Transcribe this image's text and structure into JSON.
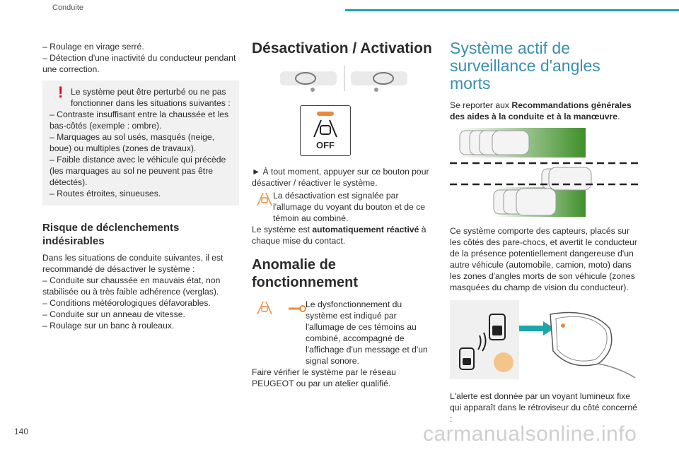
{
  "header": {
    "section": "Conduite"
  },
  "page_number": "140",
  "watermark": "carmanualsonline.info",
  "col1": {
    "intro_lines": [
      "– Roulage en virage serré.",
      "– Détection d'une inactivité du conducteur pendant une correction."
    ],
    "warning_lines": [
      "Le système peut être perturbé ou ne pas fonctionner dans les situations suivantes :",
      "– Contraste insuffisant entre la chaussée et les bas-côtés (exemple : ombre).",
      "– Marquages au sol usés, masqués (neige, boue) ou multiples (zones de travaux).",
      "– Faible distance avec le véhicule qui précède (les marquages au sol ne peuvent pas être détectés).",
      "– Routes étroites, sinueuses."
    ],
    "risk_heading": "Risque de déclenchements indésirables",
    "risk_lines": [
      "Dans les situations de conduite suivantes, il est recommandé de désactiver le système :",
      "– Conduite sur chaussée en mauvais état, non stabilisée ou à très faible adhérence (verglas).",
      "– Conditions météorologiques défavorables.",
      "– Conduite sur un anneau de vitesse.",
      "– Roulage sur un banc à rouleaux."
    ]
  },
  "col2": {
    "heading": "Désactivation / Activation",
    "button_label": "OFF",
    "action_text": "► À tout moment, appuyer sur ce bouton pour désactiver / réactiver le système.",
    "deact_note": "La désactivation est signalée par l'allumage du voyant du bouton et de ce témoin au combiné.",
    "reactive_pre": "Le système est ",
    "reactive_bold": "automatiquement réactivé",
    "reactive_post": " à chaque mise du contact.",
    "anomaly_heading": "Anomalie de fonctionnement",
    "anomaly_text": "Le dysfonctionnement du système est indiqué par l'allumage de ces témoins au combiné, accompagné de l'affichage d'un message et d'un signal sonore.",
    "anomaly_text2": "Faire vérifier le système par le réseau PEUGEOT ou par un atelier qualifié."
  },
  "col3": {
    "title": "Système actif de surveillance d'angles morts",
    "ref_pre": "Se reporter aux ",
    "ref_bold": "Recommandations générales des aides à la conduite et à la manœuvre",
    "ref_post": ".",
    "desc": "Ce système comporte des capteurs, placés sur les côtés des pare-chocs, et avertit le conducteur de la présence potentiellement dangereuse d'un autre véhicule (automobile, camion, moto) dans les zones d'angles morts de son véhicule (zones masquées du champ de vision du conducteur).",
    "alert": "L'alerte est donnée par un voyant lumineux fixe qui apparaît dans le rétroviseur du côté concerné :"
  },
  "colors": {
    "accent": "#1ba6a8",
    "title_blue": "#3a8fb0",
    "warning_red": "#e2001a",
    "zone_green": "#3f8f2a",
    "orange": "#e98a3a"
  }
}
